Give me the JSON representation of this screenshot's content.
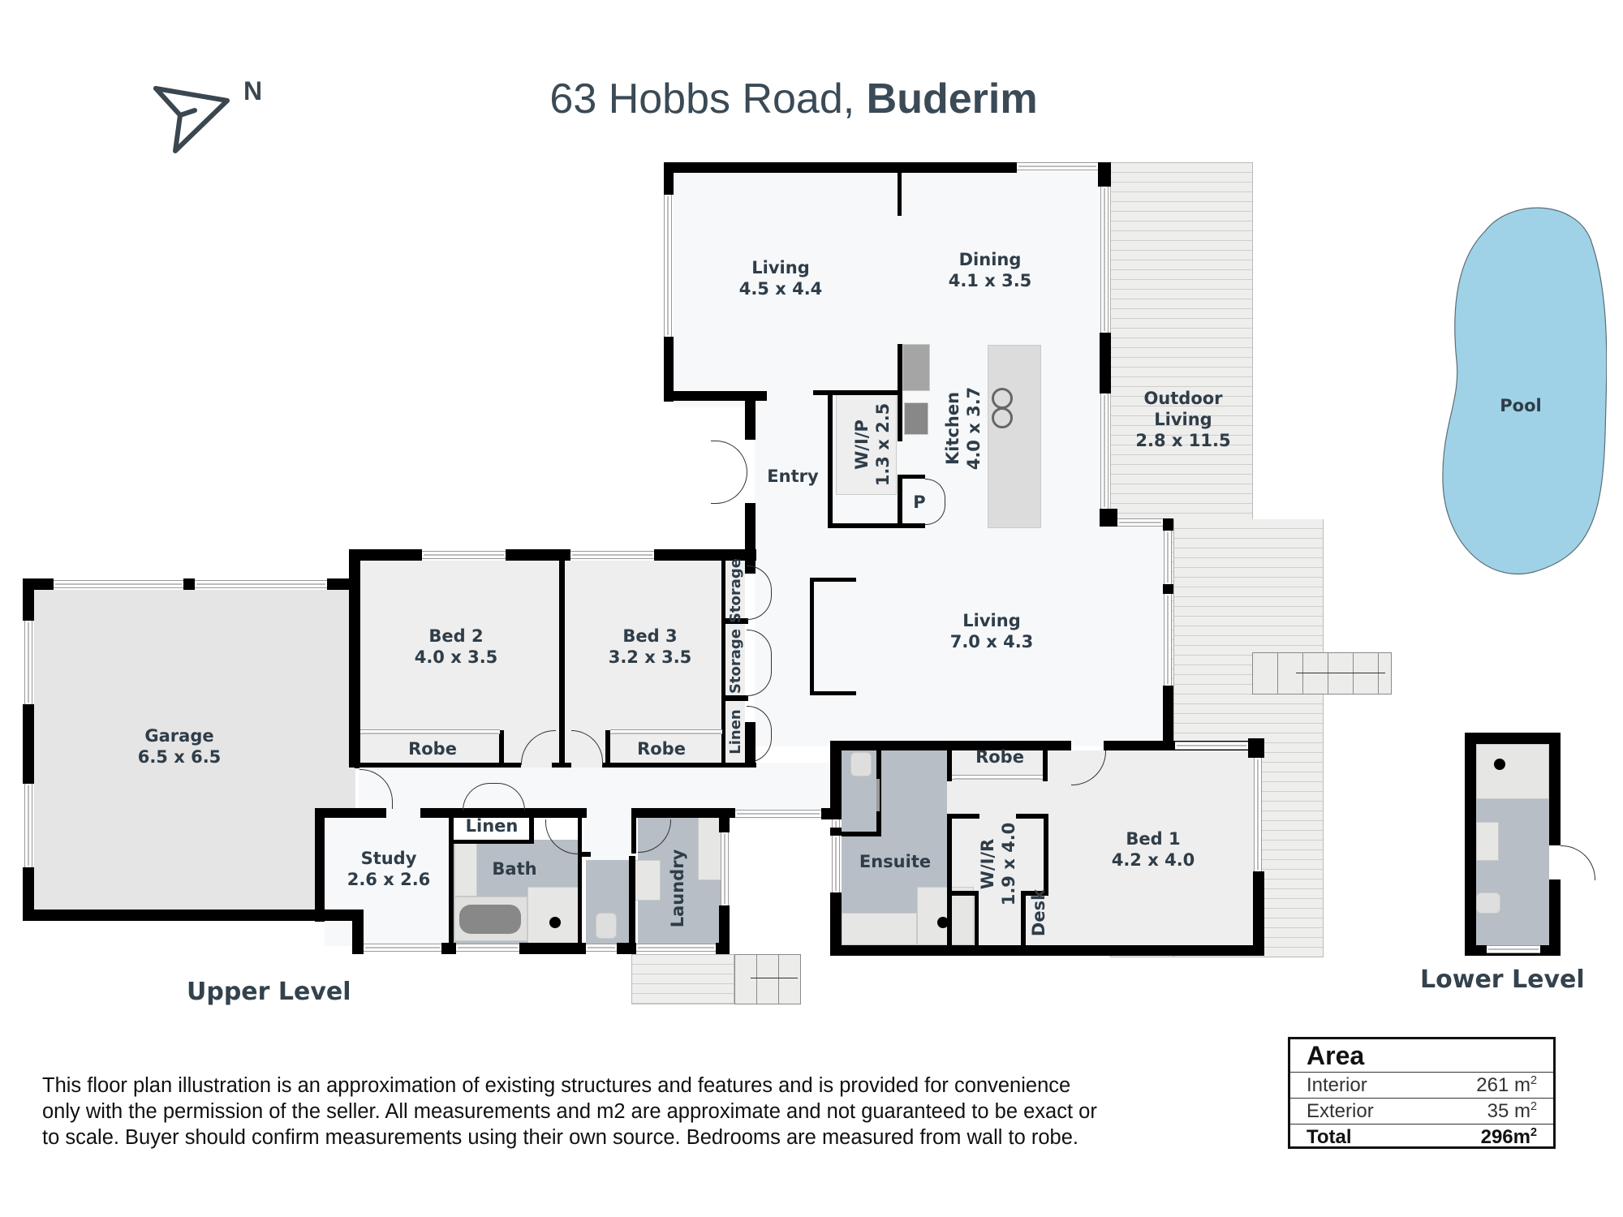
{
  "header": {
    "title_regular": "63 Hobbs Road,",
    "title_bold": "Buderim",
    "compass_label": "N"
  },
  "rooms": {
    "living_upper": {
      "name": "Living",
      "size": "4.5 x 4.4"
    },
    "dining": {
      "name": "Dining",
      "size": "4.1 x 3.5"
    },
    "outdoor_living": {
      "name_line1": "Outdoor",
      "name_line2": "Living",
      "size": "2.8 x 11.5"
    },
    "pool": {
      "name": "Pool"
    },
    "wip": {
      "name": "W/I/P",
      "size": "1.3 x 2.5"
    },
    "kitchen": {
      "name": "Kitchen",
      "size": "4.0 x 3.7"
    },
    "pantry": {
      "name": "P"
    },
    "entry": {
      "name": "Entry"
    },
    "living_main": {
      "name": "Living",
      "size": "7.0 x 4.3"
    },
    "bed2": {
      "name": "Bed 2",
      "size": "4.0 x 3.5"
    },
    "bed3": {
      "name": "Bed 3",
      "size": "3.2 x 3.5"
    },
    "storage1": {
      "name": "Storage"
    },
    "storage2": {
      "name": "Storage"
    },
    "linen_hall": {
      "name": "Linen"
    },
    "robe_bed2": {
      "name": "Robe"
    },
    "robe_bed3": {
      "name": "Robe"
    },
    "garage": {
      "name": "Garage",
      "size": "6.5 x 6.5"
    },
    "study": {
      "name": "Study",
      "size": "2.6 x 2.6"
    },
    "linen_bath": {
      "name": "Linen"
    },
    "bath": {
      "name": "Bath"
    },
    "laundry": {
      "name": "Laundry"
    },
    "ensuite": {
      "name": "Ensuite"
    },
    "robe_bed1": {
      "name": "Robe"
    },
    "wir": {
      "name": "W/I/R",
      "size": "1.9 x 4.0"
    },
    "desk": {
      "name": "Desk"
    },
    "bed1": {
      "name": "Bed 1",
      "size": "4.2 x 4.0"
    }
  },
  "levels": {
    "upper": "Upper Level",
    "lower": "Lower Level"
  },
  "disclaimer": {
    "line1": "This floor plan illustration is an approximation of existing structures and features and is provided for convenience",
    "line2": "only with the permission of the seller. All measurements and m2 are approximate and not guaranteed to be exact or",
    "line3": "to scale. Buyer should confirm measurements using their own source. Bedrooms are measured from wall to robe."
  },
  "area": {
    "heading": "Area",
    "rows": [
      {
        "label": "Interior",
        "value": "261 m",
        "unit_sup": "2"
      },
      {
        "label": "Exterior",
        "value": "35 m",
        "unit_sup": "2"
      },
      {
        "label": "Total",
        "value": "296m",
        "unit_sup": "2"
      }
    ]
  },
  "colors": {
    "wall": "#000000",
    "floor": "#f7f8fa",
    "wet_area": "#b7bec5",
    "deck": "#eeeeec",
    "pool": "#9fd2e6",
    "text": "#2f3d48"
  }
}
